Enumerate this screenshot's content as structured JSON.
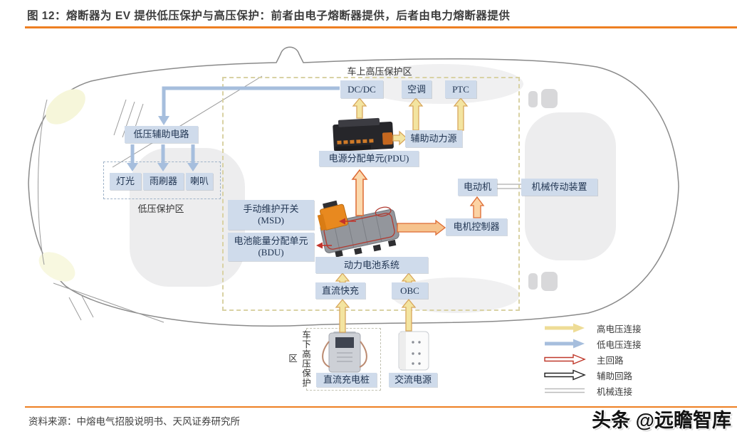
{
  "title": "图 12：熔断器为 EV 提供低压保护与高压保护：前者由电子熔断器提供，后者由电力熔断器提供",
  "zones": {
    "on_vehicle_hv": "车上高压保护区",
    "under_vehicle_hv": "车下高压保护区",
    "low_voltage": "低压保护区"
  },
  "nodes": {
    "dcdc": "DC/DC",
    "aircon": "空调",
    "ptc": "PTC",
    "aux_power": "辅助动力源",
    "pdu": "电源分配单元(PDU)",
    "lv_aux": "低压辅助电路",
    "lamp": "灯光",
    "wiper": "雨刷器",
    "horn": "喇叭",
    "msd": {
      "line1": "手动维护开关",
      "line2": "(MSD)"
    },
    "bdu": {
      "line1": "电池能量分配单元",
      "line2": "(BDU)"
    },
    "battery_system": "动力电池系统",
    "dc_fast": "直流快充",
    "obc": "OBC",
    "motor_controller": "电机控制器",
    "motor": "电动机",
    "transmission": "机械传动装置",
    "dc_pile": "直流充电桩",
    "ac_power": "交流电源"
  },
  "legend": {
    "items": [
      {
        "label": "高电压连接",
        "type": "solid-yellow"
      },
      {
        "label": "低电压连接",
        "type": "solid-blue"
      },
      {
        "label": "主回路",
        "type": "outline-red"
      },
      {
        "label": "辅助回路",
        "type": "outline-black"
      },
      {
        "label": "机械连接",
        "type": "double-line"
      }
    ]
  },
  "footer": {
    "source": "资料来源：中熔电气招股说明书、天风证券研究所"
  },
  "watermark": "头条 @远瞻智库",
  "colors": {
    "accent_orange": "#ee7f22",
    "node_fill": "#cfdbeb",
    "hv_arrow": "#f3e4a0",
    "hv_arrow_border": "#d8a65c",
    "lv_arrow": "#a6bedd",
    "main_circuit_border": "#dd6a33",
    "red_pointer": "#c2342c",
    "mechanical_line": "#bbbbbb",
    "hv_zone_dash": "#d9d2a4"
  }
}
